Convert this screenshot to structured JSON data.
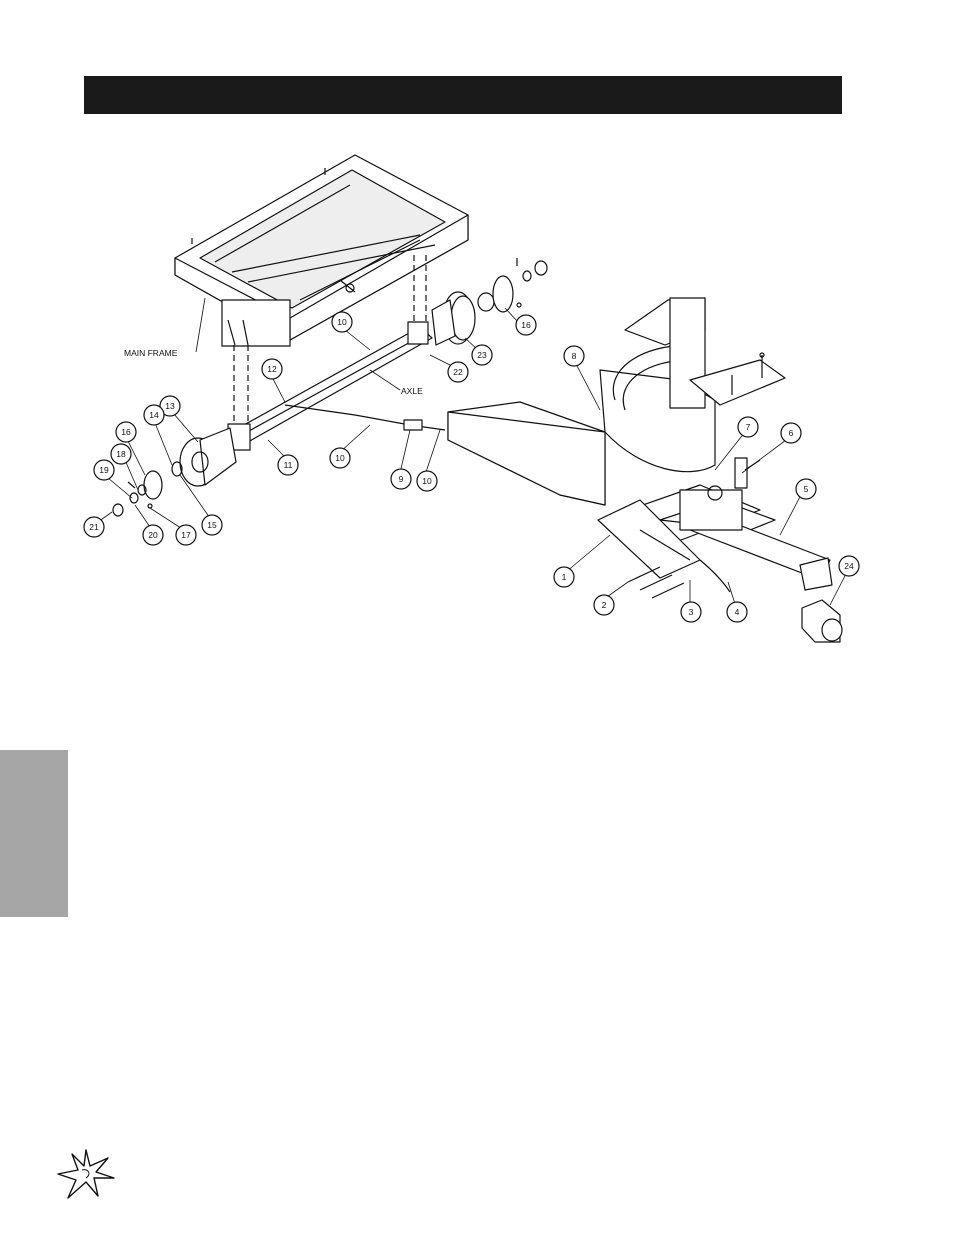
{
  "header": {
    "title": ""
  },
  "diagram": {
    "labels": {
      "main_frame": "MAIN FRAME",
      "axle": "AXLE"
    },
    "callouts": {
      "c10a": "10",
      "c23": "23",
      "c16a": "16",
      "c22": "22",
      "c12": "12",
      "c13": "13",
      "c14": "14",
      "c16b": "16",
      "c18": "18",
      "c19": "19",
      "c21": "21",
      "c20": "20",
      "c17": "17",
      "c15": "15",
      "c11": "11",
      "c10b": "10",
      "c9": "9",
      "c10c": "10",
      "c8": "8",
      "c7": "7",
      "c6": "6",
      "c5": "5",
      "c24": "24",
      "c1": "1",
      "c2": "2",
      "c3": "3",
      "c4": "4"
    }
  },
  "colors": {
    "title_bar": "#1a1a1a",
    "side_tab": "#a6a6a6",
    "line": "#111111"
  }
}
